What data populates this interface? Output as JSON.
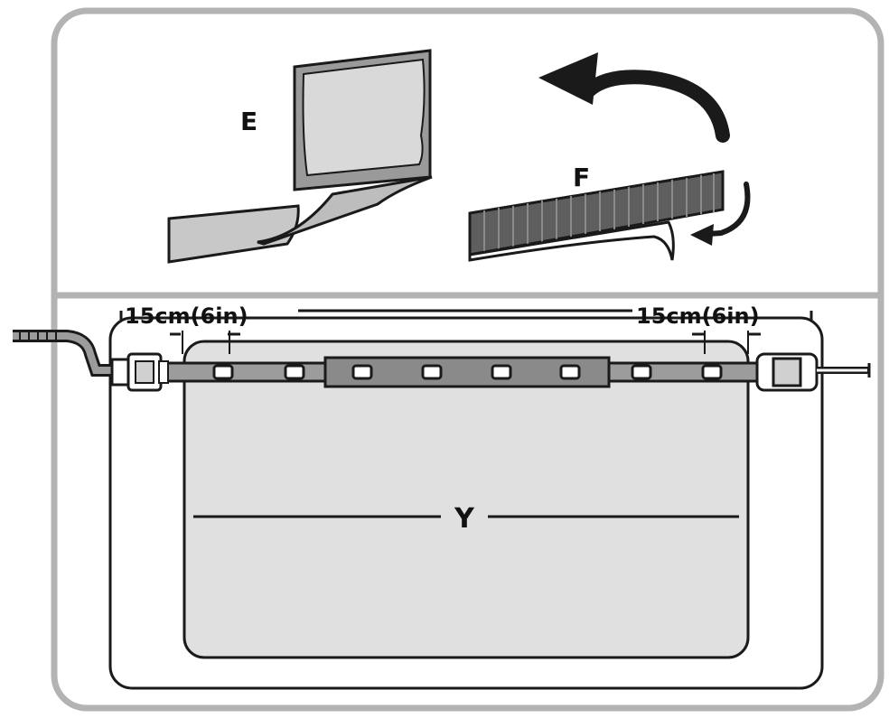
{
  "labels": {
    "e": "E",
    "f": "F",
    "y": "Y",
    "dim_left": "15cm(6in)",
    "dim_right": "15cm(6in)"
  },
  "colors": {
    "frame": "#b3b3b3",
    "panel": "#e0e0e0",
    "strap_dark": "#5e5e5e",
    "outline": "#1a1a1a"
  },
  "icons": {
    "arrow_large": "curved-arrow-icon",
    "arrow_small": "curved-arrow-icon"
  }
}
